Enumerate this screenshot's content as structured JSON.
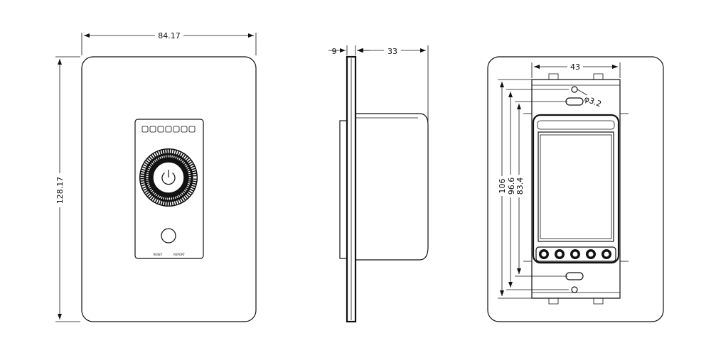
{
  "front_view": {
    "width_dim": "84.17",
    "height_dim": "128.17",
    "button_labels": [
      "RESET",
      "REPORT"
    ]
  },
  "side_view": {
    "plate_thickness_dim": "9",
    "depth_dim": "33"
  },
  "back_view": {
    "width_dim": "43",
    "hole_dim": "φ3.2",
    "height_dims": [
      "106",
      "96.6",
      "83.4"
    ]
  }
}
